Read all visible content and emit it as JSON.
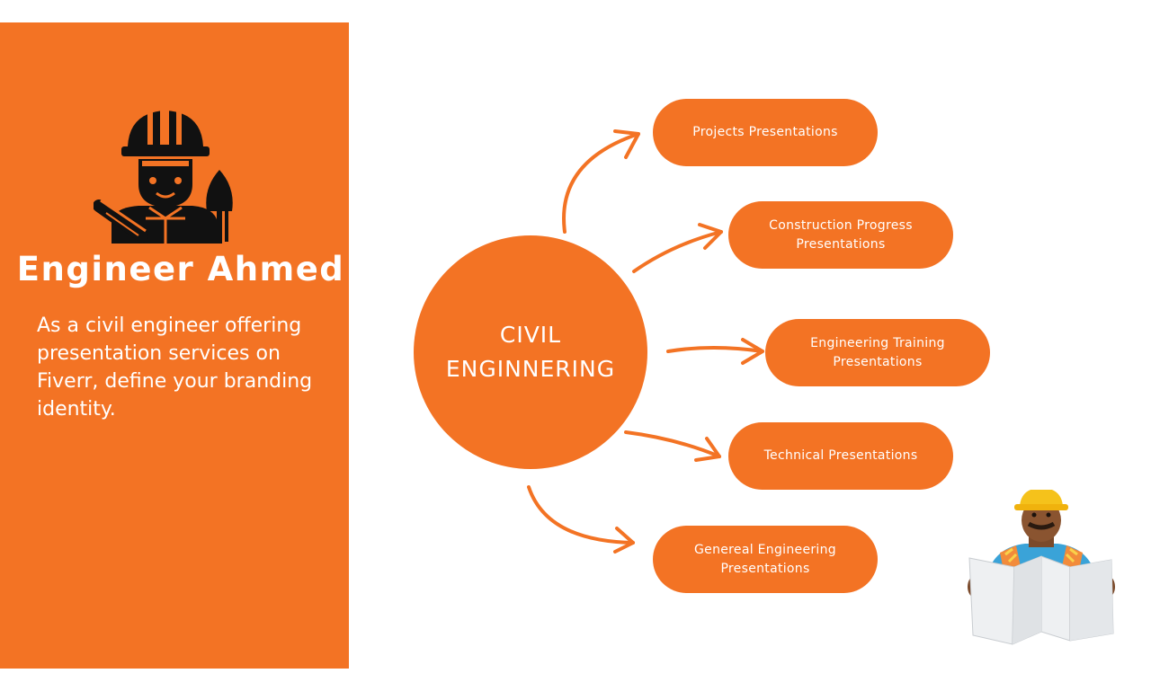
{
  "side_panel": {
    "title": "Engineer Ahmed",
    "description": "As a civil engineer offering presentation services on Fiverr, define your branding identity."
  },
  "hub": {
    "line1": "CIVIL",
    "line2": "ENGINNERING"
  },
  "services": [
    {
      "line1": "Projects Presentations",
      "line2": ""
    },
    {
      "line1": "Construction Progress",
      "line2": "Presentations"
    },
    {
      "line1": "Engineering Training",
      "line2": "Presentations"
    },
    {
      "line1": "Technical Presentations",
      "line2": ""
    },
    {
      "line1": "Genereal Engineering",
      "line2": "Presentations"
    }
  ],
  "icons": {
    "engineer": "engineer-with-shovel-icon",
    "worker": "worker-reading-blueprint-illustration"
  },
  "colors": {
    "accent": "#f37324",
    "text_on_accent": "#ffffff",
    "background": "#ffffff"
  }
}
